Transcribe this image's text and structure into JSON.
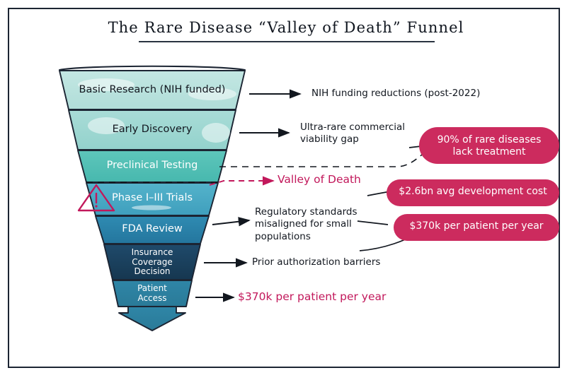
{
  "title": "The Rare Disease “Valley of Death” Funnel",
  "colors": {
    "frame": "#1c2533",
    "crimson": "#c2185b",
    "pill": "#cc2b5e",
    "band1": "#b9e2de",
    "band2": "#a3d9d4",
    "band3": "#54bfb5",
    "band4": "#4aa9c4",
    "band5": "#2b82ab",
    "band6": "#1b3f5e",
    "band7": "#2b7fa0",
    "tip": "#2f88a6",
    "ink": "#12171f"
  },
  "funnel": {
    "stages": [
      {
        "label": "Basic Research (NIH funded)",
        "text_color": "#12171f",
        "fill": "#b9e2de",
        "font_size": 14.5
      },
      {
        "label": "Early Discovery",
        "text_color": "#12171f",
        "fill": "#a3d9d4",
        "font_size": 14.5
      },
      {
        "label": "Preclinical Testing",
        "text_color": "#ffffff",
        "fill": "#54bfb5",
        "font_size": 14.5
      },
      {
        "label": "Phase I–III Trials",
        "text_color": "#ffffff",
        "fill": "#4aa9c4",
        "font_size": 14.5
      },
      {
        "label": "FDA Review",
        "text_color": "#ffffff",
        "fill": "#2b82ab",
        "font_size": 14.5
      },
      {
        "label": "Insurance\nCoverage\nDecision",
        "text_color": "#ffffff",
        "fill": "#1b3f5e",
        "font_size": 12
      },
      {
        "label": "Patient\nAccess",
        "text_color": "#ffffff",
        "fill": "#2b7fa0",
        "font_size": 12
      }
    ]
  },
  "warning_icon": {
    "name": "warning-triangle-icon",
    "glyph": "!"
  },
  "annotations": [
    {
      "id": "nih-funding",
      "text": "NIH funding reductions (post-2022)",
      "style": "plain"
    },
    {
      "id": "ultra-rare-gap",
      "text": "Ultra-rare commercial\nviability gap",
      "style": "plain"
    },
    {
      "id": "valley-of-death",
      "text": "Valley of Death",
      "style": "crimson"
    },
    {
      "id": "regulatory-standards",
      "text": "Regulatory standards\nmisaligned for small\npopulations",
      "style": "plain"
    },
    {
      "id": "prior-auth",
      "text": "Prior authorization barriers",
      "style": "plain"
    },
    {
      "id": "patient-cost",
      "text": "$370k per patient per year",
      "style": "crimson"
    }
  ],
  "callouts": [
    {
      "id": "no-treatment",
      "text": "90% of rare diseases\nlack treatment"
    },
    {
      "id": "development-cost",
      "text": "$2.6bn avg development cost"
    },
    {
      "id": "annual-cost",
      "text": "$370k per patient per year"
    }
  ]
}
